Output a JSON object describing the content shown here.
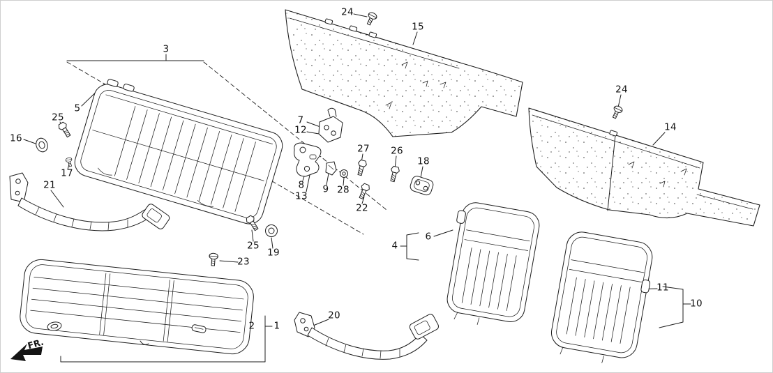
{
  "diagram": {
    "fr_label": "FR.",
    "icons": {
      "fr_arrow": "filled-arrow-front-left"
    },
    "callouts": [
      {
        "id": "c24-top",
        "label": "24"
      },
      {
        "id": "c15",
        "label": "15"
      },
      {
        "id": "c3",
        "label": "3"
      },
      {
        "id": "c5",
        "label": "5"
      },
      {
        "id": "c25-left",
        "label": "25"
      },
      {
        "id": "c16",
        "label": "16"
      },
      {
        "id": "c17",
        "label": "17"
      },
      {
        "id": "c7",
        "label": "7"
      },
      {
        "id": "c12",
        "label": "12"
      },
      {
        "id": "c8",
        "label": "8"
      },
      {
        "id": "c13",
        "label": "13"
      },
      {
        "id": "c9",
        "label": "9"
      },
      {
        "id": "c28",
        "label": "28"
      },
      {
        "id": "c27",
        "label": "27"
      },
      {
        "id": "c26",
        "label": "26"
      },
      {
        "id": "c22",
        "label": "22"
      },
      {
        "id": "c18",
        "label": "18"
      },
      {
        "id": "c24-right",
        "label": "24"
      },
      {
        "id": "c14",
        "label": "14"
      },
      {
        "id": "c21",
        "label": "21"
      },
      {
        "id": "c25-mid",
        "label": "25"
      },
      {
        "id": "c19",
        "label": "19"
      },
      {
        "id": "c23",
        "label": "23"
      },
      {
        "id": "c6",
        "label": "6"
      },
      {
        "id": "c4",
        "label": "4"
      },
      {
        "id": "c11",
        "label": "11"
      },
      {
        "id": "c10",
        "label": "10"
      },
      {
        "id": "c2",
        "label": "2"
      },
      {
        "id": "c1",
        "label": "1"
      },
      {
        "id": "c20",
        "label": "20"
      }
    ]
  }
}
